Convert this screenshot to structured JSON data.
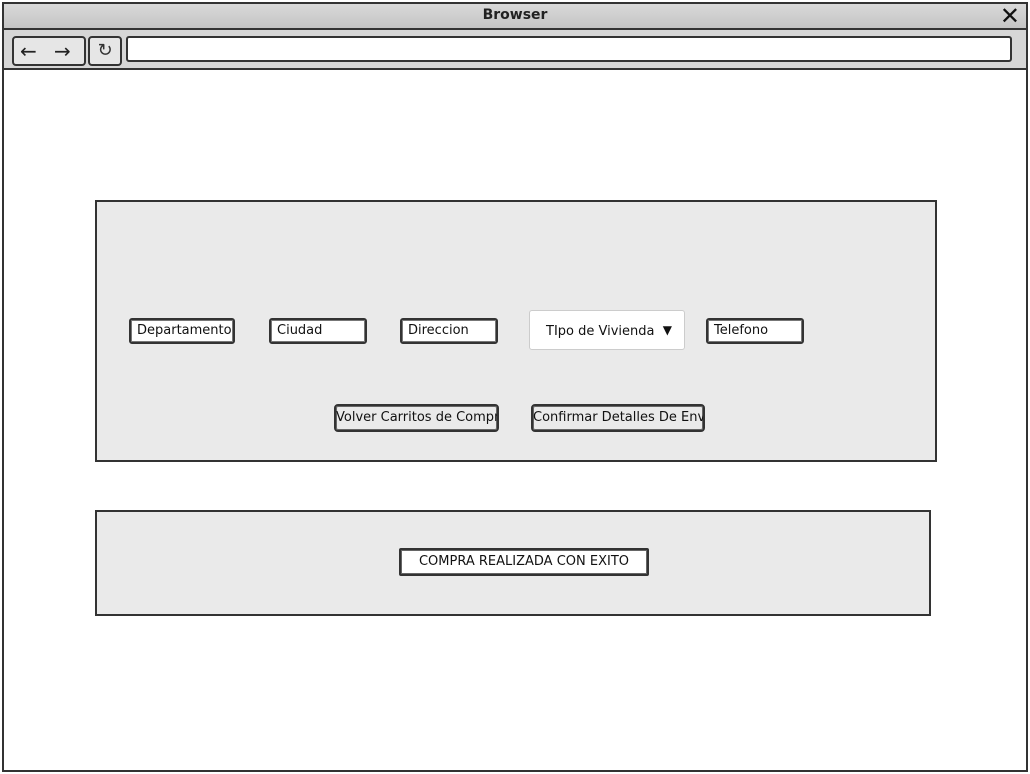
{
  "window": {
    "title": "Browser",
    "close_label": "✕",
    "url": ""
  },
  "toolbar": {
    "back_label": "←",
    "forward_label": "→",
    "reload_label": "↻"
  },
  "form": {
    "departamento_placeholder": "Departamento",
    "ciudad_placeholder": "Ciudad",
    "direccion_placeholder": "Direccion",
    "tipo_vivienda": "TIpo de Vivienda",
    "telefono_placeholder": "Telefono",
    "volver_label": "Volver Carritos de Compra",
    "confirmar_label": "Confirmar Detalles De Envio"
  },
  "result": {
    "message": "COMPRA REALIZADA CON EXITO"
  }
}
